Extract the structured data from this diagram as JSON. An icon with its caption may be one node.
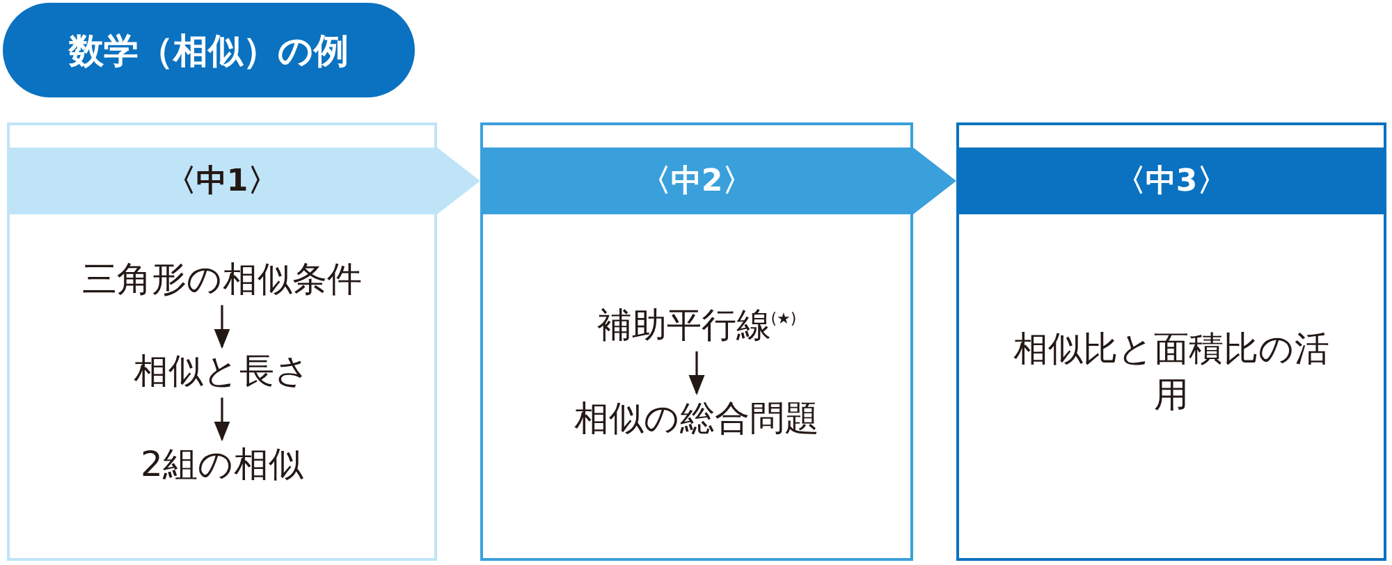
{
  "diagram": {
    "title": "数学（相似）の例",
    "nodes": [
      {
        "text": [
          "〈中1〉"
        ]
      },
      {
        "text": [
          "三角形の相似条件"
        ],
        "in": 0
      },
      {
        "text": [
          "相似と長さ"
        ],
        "in": 0
      },
      {
        "text": [
          "2組の相似"
        ],
        "in": 0
      },
      {
        "text": [
          "〈中2〉"
        ]
      },
      {
        "text": [
          "補助平行線$^{(★)}$"
        ],
        "in": 4
      },
      {
        "text": [
          "相似の総合問題"
        ],
        "in": 4
      },
      {
        "text": [
          "〈中3〉"
        ]
      },
      {
        "text": [
          "相似比と面積比の活用"
        ],
        "in": 7
      }
    ],
    "edges": [
      {
        "from": 0,
        "to": 4,
        "arrow": "to"
      },
      {
        "from": 4,
        "to": 7,
        "arrow": "to"
      },
      {
        "from": 1,
        "to": 2,
        "arrow": "to"
      },
      {
        "from": 2,
        "to": 3,
        "arrow": "to"
      },
      {
        "from": 5,
        "to": 6,
        "arrow": "to"
      }
    ]
  }
}
